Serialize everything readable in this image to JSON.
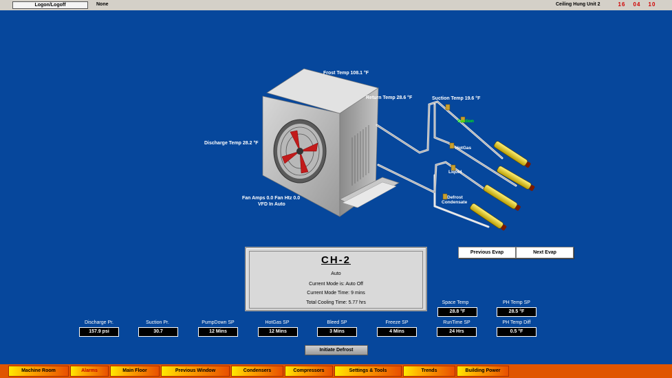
{
  "topbar": {
    "logon_label": "Logon/Logoff",
    "user": "None",
    "unit_title": "Ceiling Hung Unit 2",
    "clock": {
      "h": "16",
      "m": "04",
      "s": "10"
    }
  },
  "evap": {
    "frost_temp": "Frost Temp 108.1 °F",
    "return_temp": "Return Temp 28.6 °F",
    "suction_temp": "Suction Temp 19.6 °F",
    "discharge_temp": "Discharge Temp 28.2 °F",
    "fan_line1": "Fan Amps 0.0  Fan Htz 0.0",
    "fan_line2": "VFD In Auto",
    "valves": {
      "suction": "Suction",
      "hotgas": "HotGas",
      "liquid": "Liquid",
      "defrost_l1": "Defrost",
      "defrost_l2": "Condensate"
    }
  },
  "panel": {
    "title": "CH-2",
    "mode": "Auto",
    "current_mode_label": "Current Mode is:",
    "current_mode_value": "Auto Off",
    "mode_time_label": "Current Mode Time:",
    "mode_time_value": "9",
    "mode_time_unit": "mins",
    "cooling_time_label": "Total Cooling Time:",
    "cooling_time_value": "5.77",
    "cooling_time_unit": "hrs"
  },
  "nav": {
    "previous": "Previous Evap",
    "next": "Next Evap"
  },
  "upper_values": [
    {
      "label": "Space Temp",
      "value": "28.8 °F"
    },
    {
      "label": "PH Temp SP",
      "value": "28.5 °F"
    }
  ],
  "lower_values": [
    {
      "label": "Discharge Pr.",
      "value": "157.9 psi"
    },
    {
      "label": "Suction Pr.",
      "value": "30.7"
    },
    {
      "label": "PumpDown SP",
      "value": "12 Mins"
    },
    {
      "label": "HotGas SP",
      "value": "12 Mins"
    },
    {
      "label": "Bleed SP",
      "value": "3 Mins"
    },
    {
      "label": "Freeze SP",
      "value": "4 Mins"
    },
    {
      "label": "RunTime SP",
      "value": "24 Hrs"
    },
    {
      "label": "PH Temp Diff",
      "value": "0.5 °F"
    }
  ],
  "defrost_button": "Initiate Defrost",
  "tabs": [
    "Machine Room",
    "Alarms",
    "Main Floor",
    "Previous Window",
    "Condensers",
    "Compressors",
    "Settings & Tools",
    "Trends",
    "Building Power"
  ],
  "colors": {
    "background": "#06479c",
    "clock": "#d00000",
    "tab_gradient_start": "#ffea00",
    "tab_gradient_end": "#e85000",
    "active_valve_label": "#00ff00"
  }
}
